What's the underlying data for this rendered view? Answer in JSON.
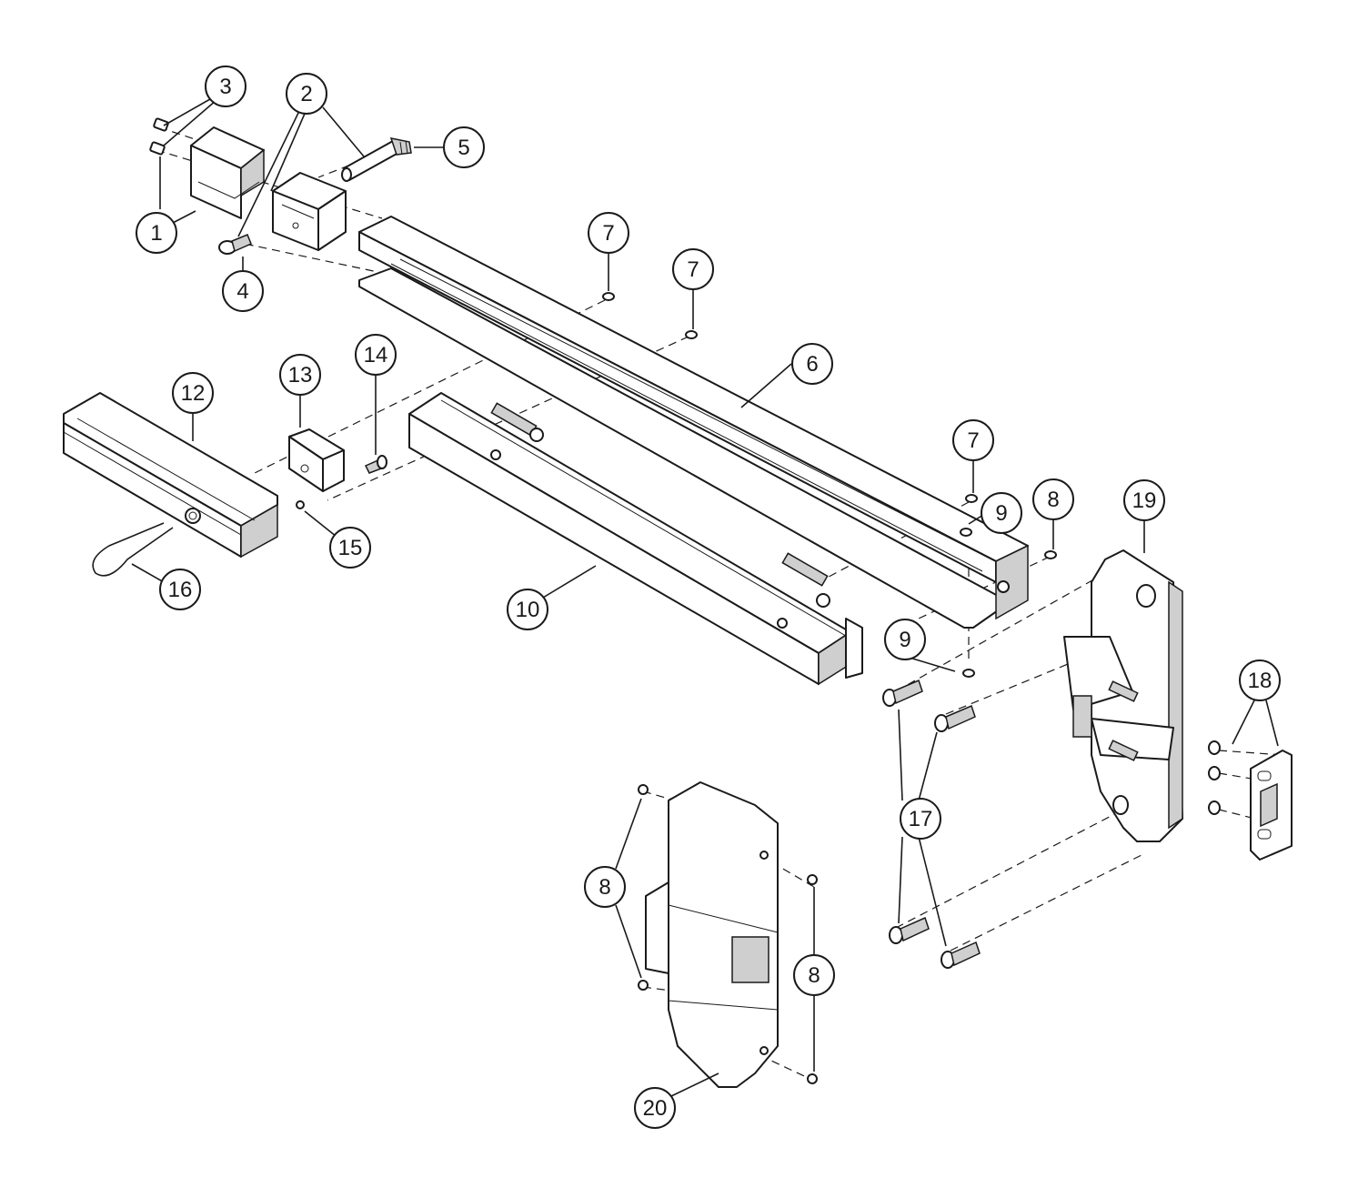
{
  "colors": {
    "ink": "#1a1a1a",
    "fill": "#ffffff",
    "shade": "#cfcfcf"
  },
  "callouts": [
    {
      "label": "1"
    },
    {
      "label": "2"
    },
    {
      "label": "3"
    },
    {
      "label": "4"
    },
    {
      "label": "5"
    },
    {
      "label": "6"
    },
    {
      "label": "7"
    },
    {
      "label": "7"
    },
    {
      "label": "7"
    },
    {
      "label": "8"
    },
    {
      "label": "8"
    },
    {
      "label": "8"
    },
    {
      "label": "9"
    },
    {
      "label": "9"
    },
    {
      "label": "10"
    },
    {
      "label": "12"
    },
    {
      "label": "13"
    },
    {
      "label": "14"
    },
    {
      "label": "15"
    },
    {
      "label": "16"
    },
    {
      "label": "17"
    },
    {
      "label": "18"
    },
    {
      "label": "19"
    },
    {
      "label": "20"
    }
  ]
}
